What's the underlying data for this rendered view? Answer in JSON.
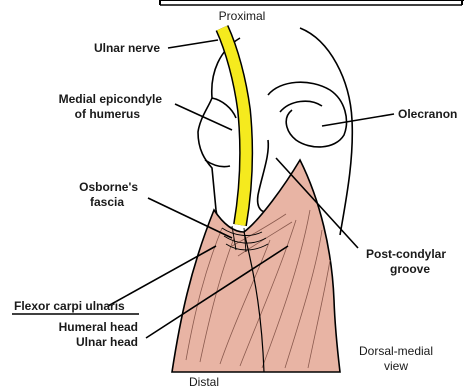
{
  "header": {
    "top": "Proximal",
    "bottom": "Distal"
  },
  "labels": {
    "ulnar_nerve": "Ulnar nerve",
    "medial_epicondyle_1": "Medial epicondyle",
    "medial_epicondyle_2": "of humerus",
    "osbornes_1": "Osborne's",
    "osbornes_2": "fascia",
    "fcu": "Flexor carpi ulnaris",
    "humeral_head": "Humeral head",
    "ulnar_head": "Ulnar head",
    "olecranon": "Olecranon",
    "post_condylar_1": "Post-condylar",
    "post_condylar_2": "groove",
    "view_1": "Dorsal-medial",
    "view_2": "view"
  },
  "colors": {
    "nerve": "#f5ea1e",
    "muscle": "#e8b4a4",
    "outline": "#000000"
  }
}
